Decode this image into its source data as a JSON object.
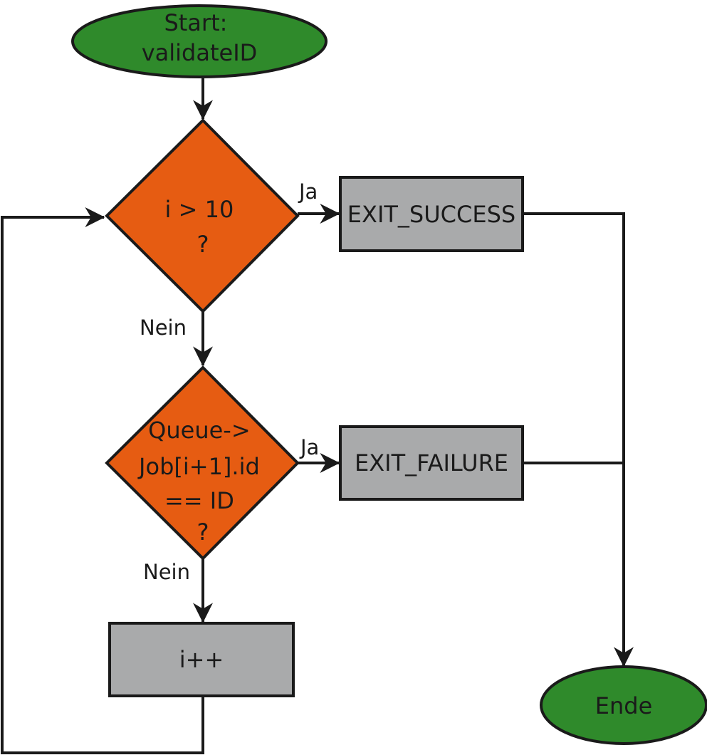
{
  "colors": {
    "terminal_fill": "#2f8a2b",
    "decision_fill": "#e65c12",
    "process_fill": "#a9aaab",
    "line": "#1a1a1a"
  },
  "nodes": {
    "start": {
      "lines": [
        "Start:",
        "validateID"
      ]
    },
    "decision1": {
      "lines": [
        "i  > 10",
        "?"
      ]
    },
    "exit_success": {
      "label": "EXIT_SUCCESS"
    },
    "decision2": {
      "lines": [
        "Queue->",
        "Job[i+1].id",
        "== ID",
        "?"
      ]
    },
    "exit_failure": {
      "label": "EXIT_FAILURE"
    },
    "increment": {
      "label": "i++"
    },
    "end": {
      "label": "Ende"
    }
  },
  "edges": {
    "d1_yes": "Ja",
    "d1_no": "Nein",
    "d2_yes": "Ja",
    "d2_no": "Nein"
  }
}
